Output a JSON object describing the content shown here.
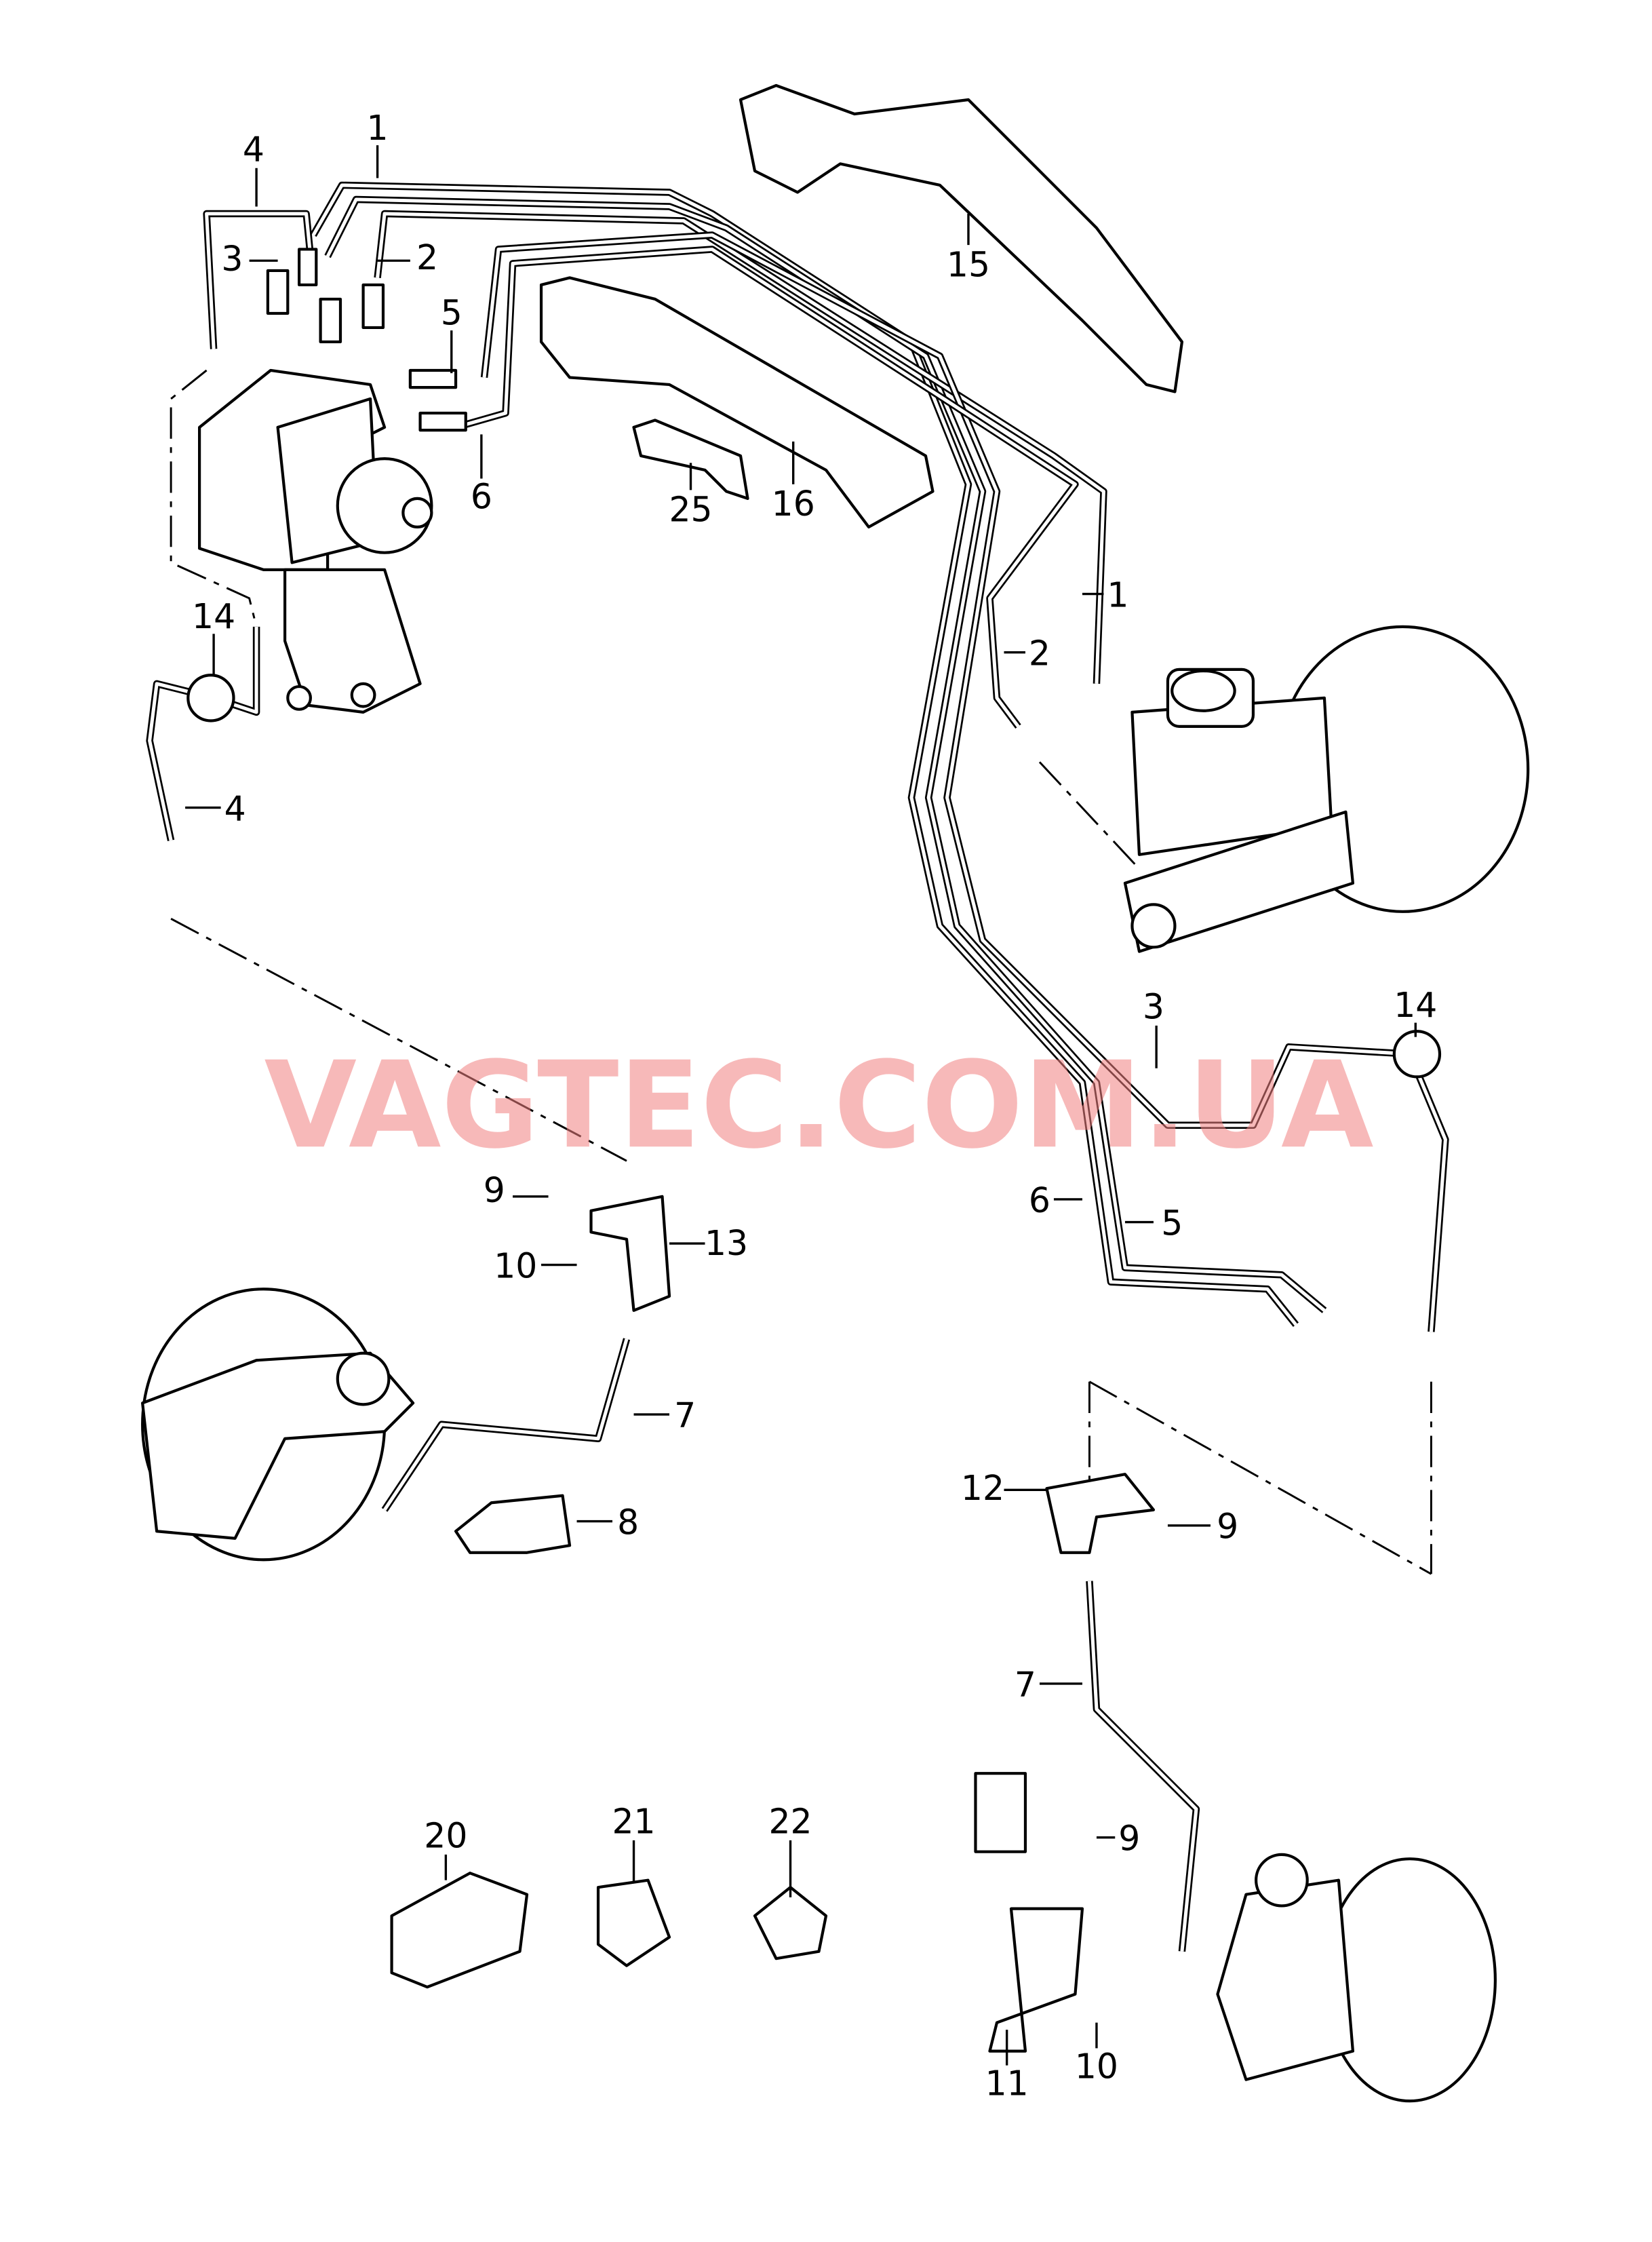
{
  "watermark": "VAGTEC.COM.UA",
  "callouts": {
    "c1a": "1",
    "c4a": "4",
    "c3a": "3",
    "c2a": "2",
    "c5a": "5",
    "c6a": "6",
    "c15": "15",
    "c25": "25",
    "c16": "16",
    "c14a": "14",
    "c4b": "4",
    "c1b": "1",
    "c2b": "2",
    "c3b": "3",
    "c14b": "14",
    "c9a": "9",
    "c13": "13",
    "c10a": "10",
    "c6b": "6",
    "c5b": "5",
    "c7a": "7",
    "c8": "8",
    "c12": "12",
    "c9b": "9",
    "c7b": "7",
    "c20": "20",
    "c21": "21",
    "c22": "22",
    "c9c": "9",
    "c11": "11",
    "c10b": "10"
  }
}
